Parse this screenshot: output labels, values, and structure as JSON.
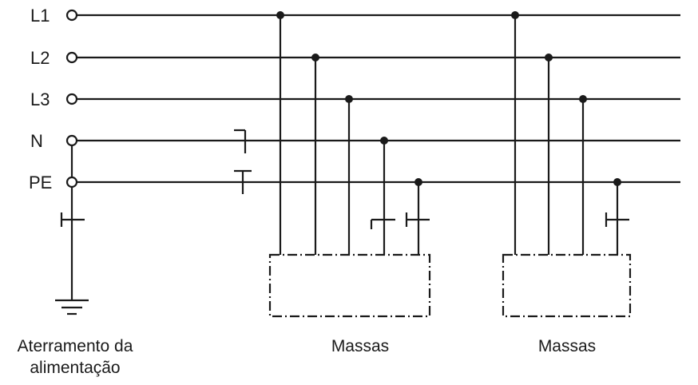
{
  "conductors": [
    {
      "key": "l1",
      "label": "L1"
    },
    {
      "key": "l2",
      "label": "L2"
    },
    {
      "key": "l3",
      "label": "L3"
    },
    {
      "key": "n",
      "label": "N"
    },
    {
      "key": "pe",
      "label": "PE"
    }
  ],
  "source": {
    "caption_line1": "Aterramento da",
    "caption_line2": "alimentação"
  },
  "loads": [
    {
      "caption": "Massas"
    },
    {
      "caption": "Massas"
    }
  ]
}
